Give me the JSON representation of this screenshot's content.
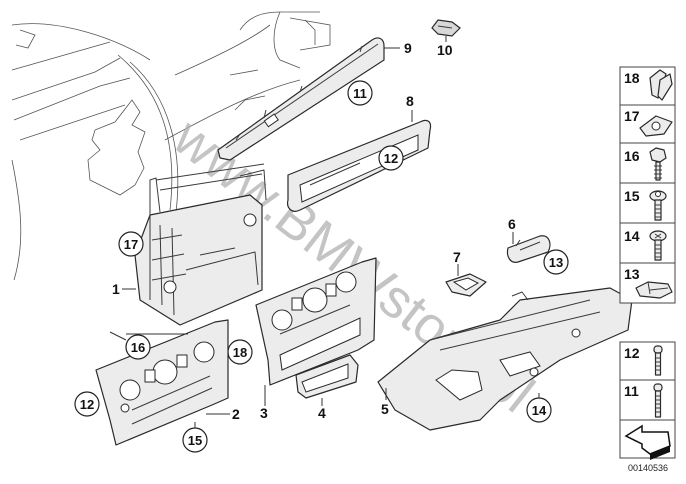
{
  "diagram": {
    "watermark": "www.BMWstore.pl",
    "document_id": "00140536",
    "part_labels": [
      {
        "id": "1",
        "label": "1"
      },
      {
        "id": "2",
        "label": "2"
      },
      {
        "id": "3",
        "label": "3"
      },
      {
        "id": "4",
        "label": "4"
      },
      {
        "id": "5",
        "label": "5"
      },
      {
        "id": "6",
        "label": "6"
      },
      {
        "id": "7",
        "label": "7"
      },
      {
        "id": "8",
        "label": "8"
      },
      {
        "id": "9",
        "label": "9"
      },
      {
        "id": "10",
        "label": "10"
      }
    ],
    "circled_refs": [
      {
        "label": "11"
      },
      {
        "label": "12"
      },
      {
        "label": "17"
      },
      {
        "label": "13"
      },
      {
        "label": "16"
      },
      {
        "label": "18"
      },
      {
        "label": "12"
      },
      {
        "label": "15"
      },
      {
        "label": "14"
      }
    ],
    "legend_boxes": [
      {
        "label": "18",
        "icon": "clip-nut-icon"
      },
      {
        "label": "17",
        "icon": "speed-nut-icon"
      },
      {
        "label": "16",
        "icon": "hex-screw-icon"
      },
      {
        "label": "15",
        "icon": "collar-screw-icon"
      },
      {
        "label": "14",
        "icon": "pan-screw-icon"
      },
      {
        "label": "13",
        "icon": "spring-clip-icon"
      },
      {
        "label": "12",
        "icon": "short-screw-icon"
      },
      {
        "label": "11",
        "icon": "long-screw-icon"
      },
      {
        "label": "",
        "icon": "direction-arrow-icon"
      }
    ]
  }
}
